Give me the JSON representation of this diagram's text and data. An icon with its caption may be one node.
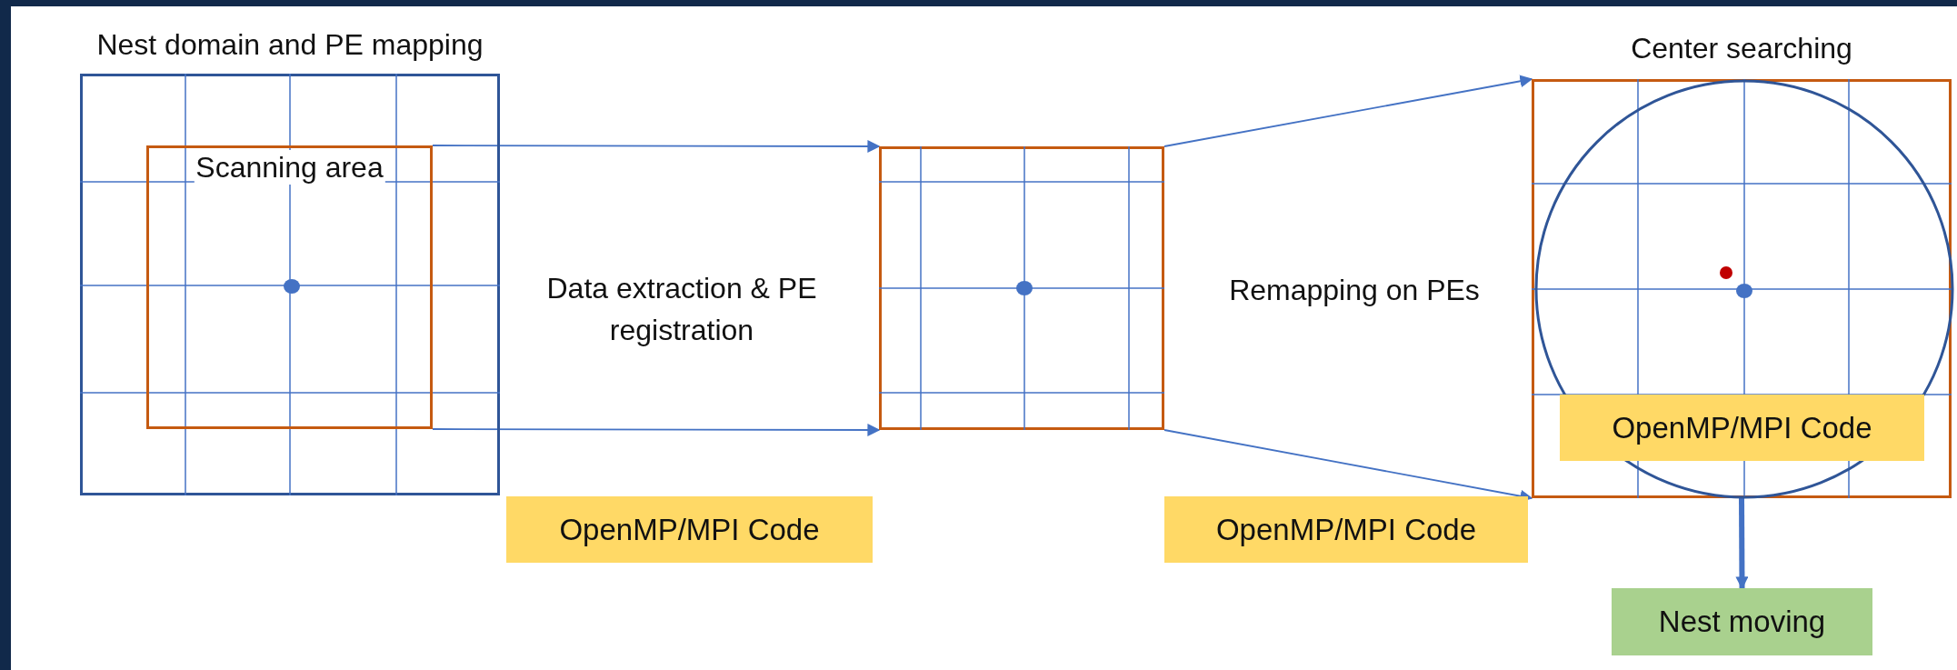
{
  "diagram": {
    "nodes": [
      {
        "text": [
          "Nest domain and PE mapping"
        ]
      },
      {
        "text": [
          "Scanning area"
        ],
        "in": 0
      },
      {
        "text": [],
        "shape": "box"
      },
      {
        "text": [
          "Center searching"
        ]
      },
      {
        "text": [
          "OpenMP/MPI Code"
        ],
        "in": 3
      },
      {
        "text": [
          "OpenMP/MPI Code"
        ]
      },
      {
        "text": [
          "OpenMP/MPI Code"
        ]
      },
      {
        "text": [
          "Nest moving"
        ]
      }
    ],
    "edges": [
      {
        "from": 1,
        "to": 2,
        "arrow": "to"
      },
      {
        "from": 1,
        "to": 2,
        "arrow": "to"
      },
      {
        "from": 2,
        "to": 3,
        "arrow": "to"
      },
      {
        "from": 2,
        "to": 3,
        "arrow": "to"
      },
      {
        "from": 3,
        "to": 7,
        "arrow": "to",
        "style": "thick"
      }
    ],
    "labels": [
      "Data extraction & PE registration",
      "Remapping on PEs"
    ]
  }
}
